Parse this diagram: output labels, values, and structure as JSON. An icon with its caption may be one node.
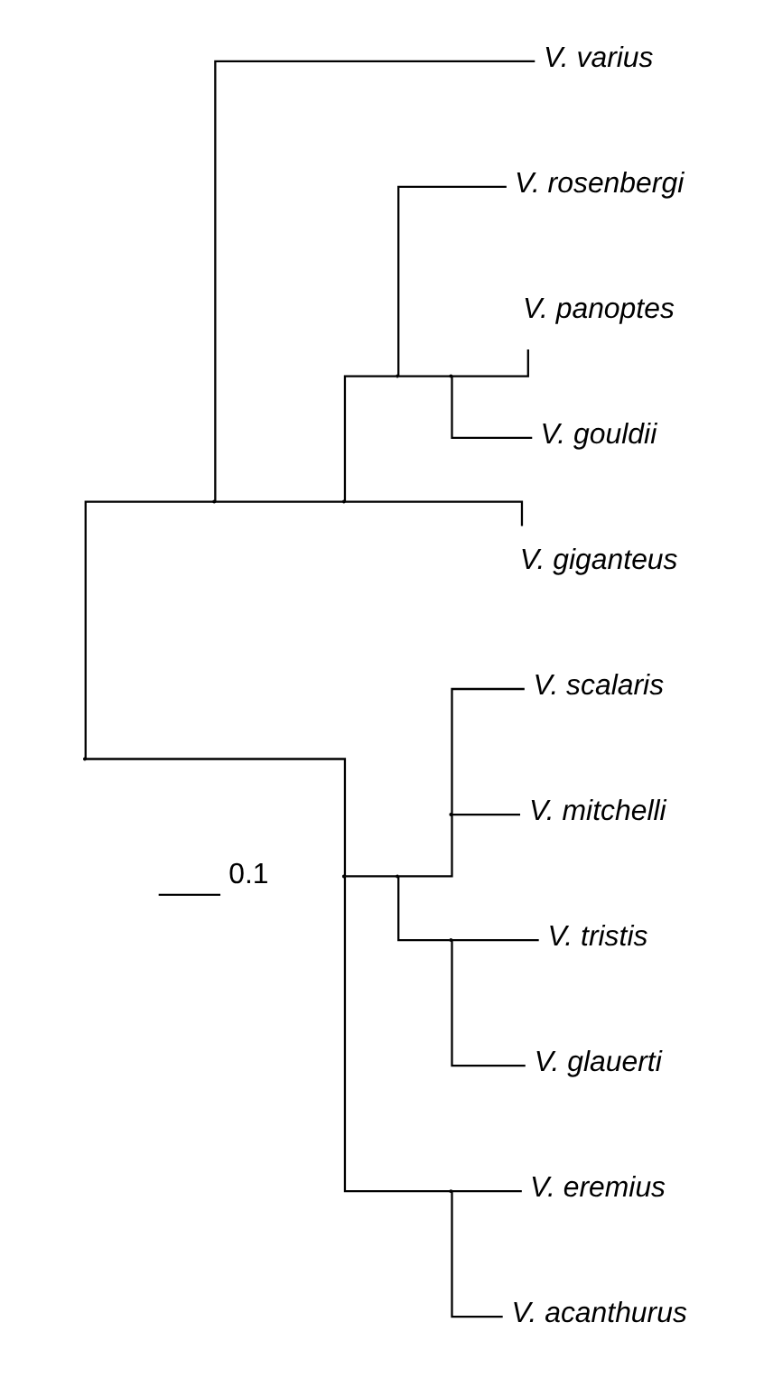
{
  "diagram": {
    "nodes": [
      {
        "text": [],
        "shape": "point"
      },
      {
        "text": [],
        "shape": "point"
      },
      {
        "text": [
          "V. varius"
        ]
      },
      {
        "text": [],
        "shape": "point"
      },
      {
        "text": [],
        "shape": "point"
      },
      {
        "text": [
          "V. rosenbergi"
        ]
      },
      {
        "text": [],
        "shape": "point"
      },
      {
        "text": [
          "V. panoptes"
        ]
      },
      {
        "text": [
          "V. gouldii"
        ]
      },
      {
        "text": [
          "V. giganteus"
        ]
      },
      {
        "text": [],
        "shape": "point"
      },
      {
        "text": [],
        "shape": "point"
      },
      {
        "text": [],
        "shape": "point"
      },
      {
        "text": [
          "V. scalaris"
        ]
      },
      {
        "text": [
          "V. mitchelli"
        ]
      },
      {
        "text": [],
        "shape": "point"
      },
      {
        "text": [
          "V. tristis"
        ]
      },
      {
        "text": [
          "V. glauerti"
        ]
      },
      {
        "text": [],
        "shape": "point"
      },
      {
        "text": [
          "V. eremius"
        ]
      },
      {
        "text": [
          "V. acanthurus"
        ]
      }
    ],
    "edges": [
      {
        "from": 0,
        "to": 1,
        "arrow": "none"
      },
      {
        "from": 1,
        "to": 2,
        "arrow": "none"
      },
      {
        "from": 1,
        "to": 3,
        "arrow": "none"
      },
      {
        "from": 3,
        "to": 4,
        "arrow": "none"
      },
      {
        "from": 4,
        "to": 5,
        "arrow": "none"
      },
      {
        "from": 4,
        "to": 6,
        "arrow": "none"
      },
      {
        "from": 6,
        "to": 7,
        "arrow": "none"
      },
      {
        "from": 6,
        "to": 8,
        "arrow": "none"
      },
      {
        "from": 3,
        "to": 9,
        "arrow": "none"
      },
      {
        "from": 0,
        "to": 10,
        "arrow": "none"
      },
      {
        "from": 10,
        "to": 11,
        "arrow": "none"
      },
      {
        "from": 11,
        "to": 12,
        "arrow": "none"
      },
      {
        "from": 12,
        "to": 13,
        "arrow": "none"
      },
      {
        "from": 12,
        "to": 14,
        "arrow": "none"
      },
      {
        "from": 11,
        "to": 15,
        "arrow": "none"
      },
      {
        "from": 15,
        "to": 16,
        "arrow": "none"
      },
      {
        "from": 15,
        "to": 17,
        "arrow": "none"
      },
      {
        "from": 10,
        "to": 18,
        "arrow": "none"
      },
      {
        "from": 18,
        "to": 19,
        "arrow": "none"
      },
      {
        "from": 18,
        "to": 20,
        "arrow": "none"
      }
    ],
    "labels": [
      "0.1"
    ]
  }
}
